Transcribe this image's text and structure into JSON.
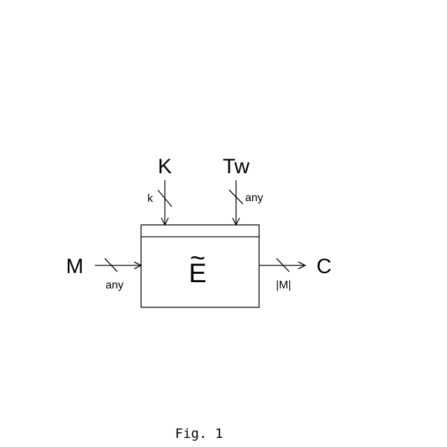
{
  "inputs": {
    "key": "K",
    "key_width": "k",
    "tweak": "Tw",
    "tweak_width": "any",
    "message": "M",
    "message_width": "any"
  },
  "block": {
    "label": "E"
  },
  "output": {
    "ciphertext": "C",
    "ciphertext_width": "|M|"
  },
  "caption": "Fig. 1"
}
